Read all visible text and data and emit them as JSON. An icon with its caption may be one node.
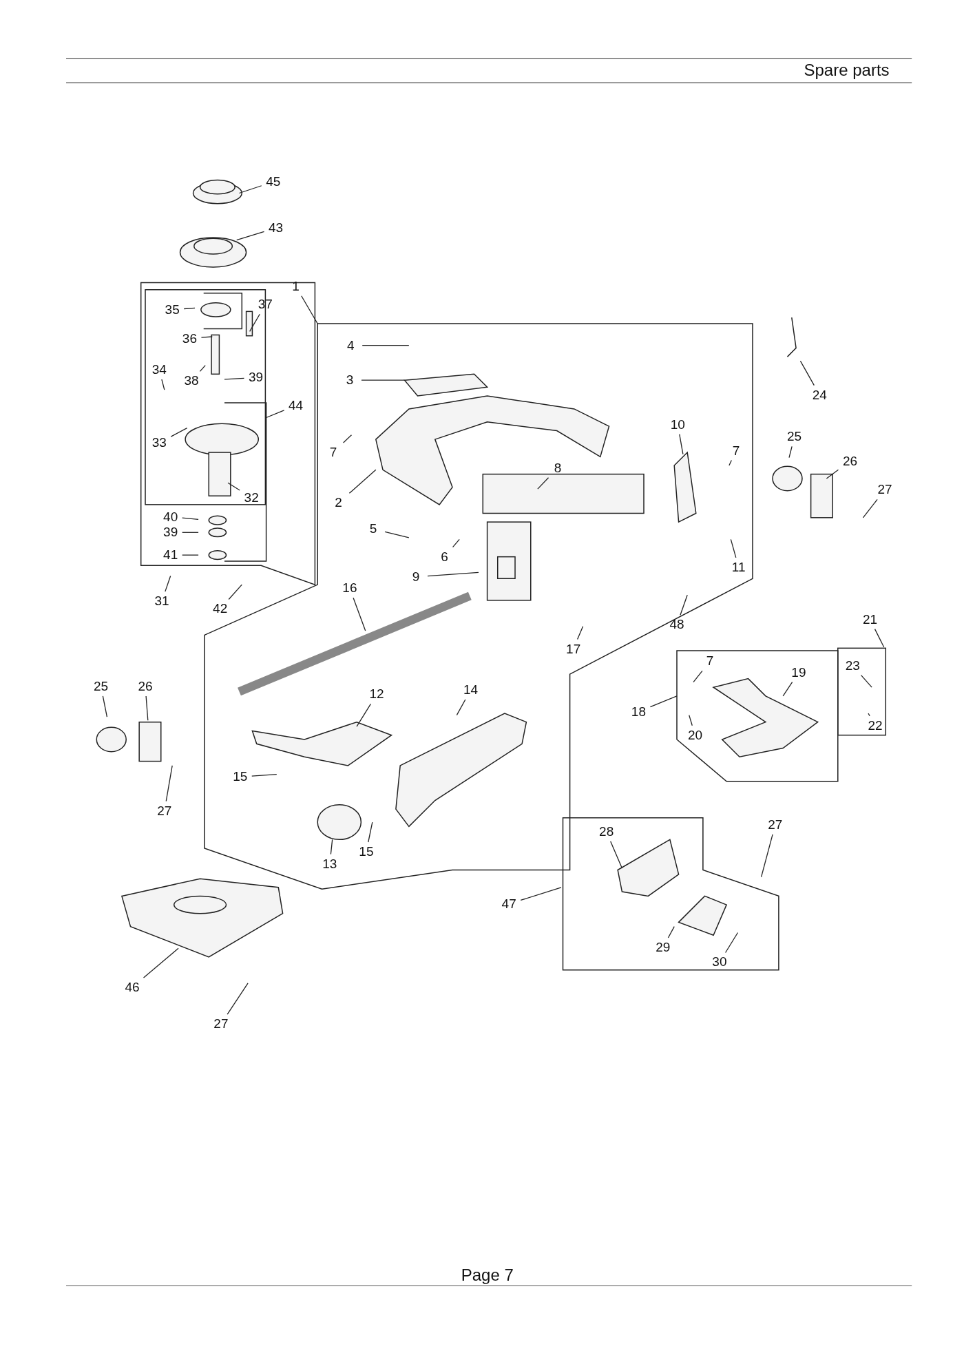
{
  "diagram": {
    "nodes": [
      {
        "text": [
          "45"
        ]
      },
      {
        "text": [
          "43"
        ]
      },
      {
        "text": [
          "1"
        ]
      },
      {
        "text": [
          "35"
        ]
      },
      {
        "text": [
          "37"
        ]
      },
      {
        "text": [
          "36"
        ]
      },
      {
        "text": [
          "38"
        ]
      },
      {
        "text": [
          "39"
        ]
      },
      {
        "text": [
          "34"
        ]
      },
      {
        "text": [
          "44"
        ]
      },
      {
        "text": [
          "33"
        ]
      },
      {
        "text": [
          "7"
        ]
      },
      {
        "text": [
          "4"
        ]
      },
      {
        "text": [
          "3"
        ]
      },
      {
        "text": [
          "2"
        ]
      },
      {
        "text": [
          "10"
        ]
      },
      {
        "text": [
          "7"
        ]
      },
      {
        "text": [
          "8"
        ]
      },
      {
        "text": [
          "32"
        ]
      },
      {
        "text": [
          "40"
        ]
      },
      {
        "text": [
          "39"
        ]
      },
      {
        "text": [
          "41"
        ]
      },
      {
        "text": [
          "5"
        ]
      },
      {
        "text": [
          "6"
        ]
      },
      {
        "text": [
          "9"
        ]
      },
      {
        "text": [
          "11"
        ]
      },
      {
        "text": [
          "48"
        ]
      },
      {
        "text": [
          "31"
        ]
      },
      {
        "text": [
          "42"
        ]
      },
      {
        "text": [
          "16"
        ]
      },
      {
        "text": [
          "24"
        ]
      },
      {
        "text": [
          "25"
        ]
      },
      {
        "text": [
          "26"
        ]
      },
      {
        "text": [
          "27"
        ]
      },
      {
        "text": [
          "21"
        ]
      },
      {
        "text": [
          "23"
        ]
      },
      {
        "text": [
          "17"
        ]
      },
      {
        "text": [
          "7"
        ]
      },
      {
        "text": [
          "19"
        ]
      },
      {
        "text": [
          "18"
        ]
      },
      {
        "text": [
          "20"
        ]
      },
      {
        "text": [
          "22"
        ]
      },
      {
        "text": [
          "25"
        ]
      },
      {
        "text": [
          "26"
        ]
      },
      {
        "text": [
          "27"
        ]
      },
      {
        "text": [
          "12"
        ]
      },
      {
        "text": [
          "14"
        ]
      },
      {
        "text": [
          "15"
        ]
      },
      {
        "text": [
          "15"
        ]
      },
      {
        "text": [
          "13"
        ]
      },
      {
        "text": [
          "27"
        ]
      },
      {
        "text": [
          "28"
        ]
      },
      {
        "text": [
          "47"
        ]
      },
      {
        "text": [
          "29"
        ]
      },
      {
        "text": [
          "30"
        ]
      },
      {
        "text": [
          "46"
        ]
      },
      {
        "text": [
          "27"
        ]
      }
    ],
    "edges": [
      {
        "from": 0,
        "to": null,
        "arrow": "none"
      },
      {
        "from": 1,
        "to": null,
        "arrow": "none"
      },
      {
        "from": 2,
        "to": null,
        "arrow": "none"
      },
      {
        "from": 3,
        "to": null,
        "arrow": "none"
      },
      {
        "from": 4,
        "to": null,
        "arrow": "none"
      },
      {
        "from": 5,
        "to": null,
        "arrow": "none"
      },
      {
        "from": 6,
        "to": null,
        "arrow": "none"
      },
      {
        "from": 7,
        "to": null,
        "arrow": "none"
      },
      {
        "from": 8,
        "to": null,
        "arrow": "none"
      },
      {
        "from": 9,
        "to": null,
        "arrow": "none"
      },
      {
        "from": 10,
        "to": null,
        "arrow": "none"
      },
      {
        "from": 11,
        "to": null,
        "arrow": "none"
      },
      {
        "from": 12,
        "to": null,
        "arrow": "none"
      },
      {
        "from": 13,
        "to": null,
        "arrow": "none"
      },
      {
        "from": 14,
        "to": null,
        "arrow": "none"
      },
      {
        "from": 15,
        "to": null,
        "arrow": "none"
      },
      {
        "from": 16,
        "to": null,
        "arrow": "none"
      },
      {
        "from": 17,
        "to": null,
        "arrow": "none"
      },
      {
        "from": 18,
        "to": null,
        "arrow": "none"
      },
      {
        "from": 19,
        "to": null,
        "arrow": "none"
      },
      {
        "from": 20,
        "to": null,
        "arrow": "none"
      },
      {
        "from": 21,
        "to": null,
        "arrow": "none"
      },
      {
        "from": 22,
        "to": null,
        "arrow": "none"
      },
      {
        "from": 23,
        "to": null,
        "arrow": "none"
      },
      {
        "from": 24,
        "to": null,
        "arrow": "none"
      },
      {
        "from": 25,
        "to": null,
        "arrow": "none"
      },
      {
        "from": 26,
        "to": null,
        "arrow": "none"
      },
      {
        "from": 27,
        "to": null,
        "arrow": "none"
      },
      {
        "from": 28,
        "to": null,
        "arrow": "none"
      },
      {
        "from": 29,
        "to": null,
        "arrow": "none"
      },
      {
        "from": 30,
        "to": null,
        "arrow": "none"
      },
      {
        "from": 31,
        "to": null,
        "arrow": "none"
      },
      {
        "from": 32,
        "to": null,
        "arrow": "none"
      },
      {
        "from": 33,
        "to": null,
        "arrow": "none"
      },
      {
        "from": 34,
        "to": null,
        "arrow": "none"
      },
      {
        "from": 35,
        "to": null,
        "arrow": "none"
      },
      {
        "from": 36,
        "to": null,
        "arrow": "none"
      },
      {
        "from": 37,
        "to": null,
        "arrow": "none"
      },
      {
        "from": 38,
        "to": null,
        "arrow": "none"
      },
      {
        "from": 39,
        "to": null,
        "arrow": "none"
      },
      {
        "from": 40,
        "to": null,
        "arrow": "none"
      },
      {
        "from": 41,
        "to": null,
        "arrow": "none"
      },
      {
        "from": 42,
        "to": null,
        "arrow": "none"
      },
      {
        "from": 43,
        "to": null,
        "arrow": "none"
      },
      {
        "from": 44,
        "to": null,
        "arrow": "none"
      },
      {
        "from": 45,
        "to": null,
        "arrow": "none"
      },
      {
        "from": 46,
        "to": null,
        "arrow": "none"
      },
      {
        "from": 47,
        "to": null,
        "arrow": "none"
      },
      {
        "from": 48,
        "to": null,
        "arrow": "none"
      },
      {
        "from": 49,
        "to": null,
        "arrow": "none"
      },
      {
        "from": 50,
        "to": null,
        "arrow": "none"
      },
      {
        "from": 51,
        "to": null,
        "arrow": "none"
      },
      {
        "from": 52,
        "to": null,
        "arrow": "none"
      },
      {
        "from": 53,
        "to": null,
        "arrow": "none"
      },
      {
        "from": 54,
        "to": null,
        "arrow": "none"
      },
      {
        "from": 55,
        "to": null,
        "arrow": "none"
      },
      {
        "from": 56,
        "to": null,
        "arrow": "none"
      }
    ],
    "labels": [
      "Spare parts",
      "Page 7"
    ]
  }
}
